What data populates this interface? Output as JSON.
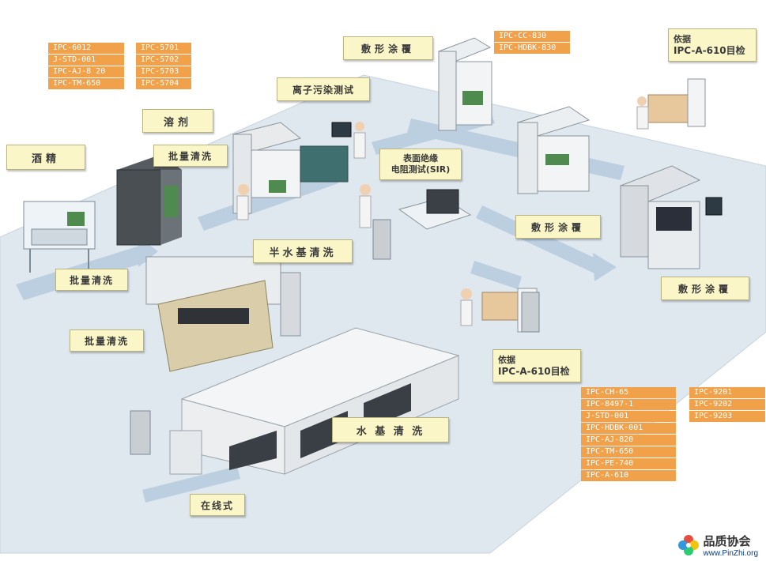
{
  "standards": {
    "cleaning_col1": [
      "IPC-6012",
      "J-STD-001",
      "IPC-AJ-8 20",
      "IPC-TM-650"
    ],
    "cleaning_col2": [
      "IPC-5701",
      "IPC-5702",
      "IPC-5703",
      "IPC-5704"
    ],
    "coating": [
      "IPC-CC-830",
      "IPC-HDBK-830"
    ],
    "bottom_col1": [
      "IPC-CH-65",
      "IPC-8497-1",
      "J-STD-001",
      "IPC-HDBK-001",
      "IPC-AJ-820",
      "IPC-TM-650",
      "IPC-PE-740",
      "IPC-A-610"
    ],
    "bottom_col2": [
      "IPC-9201",
      "IPC-9202",
      "IPC-9203"
    ]
  },
  "labels": {
    "alcohol": "酒精",
    "solvent": "溶剂",
    "batch_clean_1": "批量清洗",
    "batch_clean_2": "批量清洗",
    "batch_clean_3": "批量清洗",
    "semi_aqueous": "半水基清洗",
    "aqueous": "水 基 清 洗",
    "inline": "在线式",
    "ionic": "离子污染测试",
    "sir_line1": "表面绝缘",
    "sir_line2": "电阻测试(SIR)",
    "coating_1": "敷形涂覆",
    "coating_2": "敷形涂覆",
    "coating_3": "敷形涂覆",
    "inspect_top_line1": "依据",
    "inspect_top_line2": "IPC-A-610目检",
    "inspect_mid_line1": "依据",
    "inspect_mid_line2": "IPC-A-610目检"
  },
  "logo": {
    "name": "品质协会",
    "url": "www.PinZhi.org"
  },
  "colors": {
    "floor": "#dde6ee",
    "arrow": "#b9cedf",
    "standard_tag": "#f0a14a",
    "label_bg": "#fbf6c8"
  }
}
